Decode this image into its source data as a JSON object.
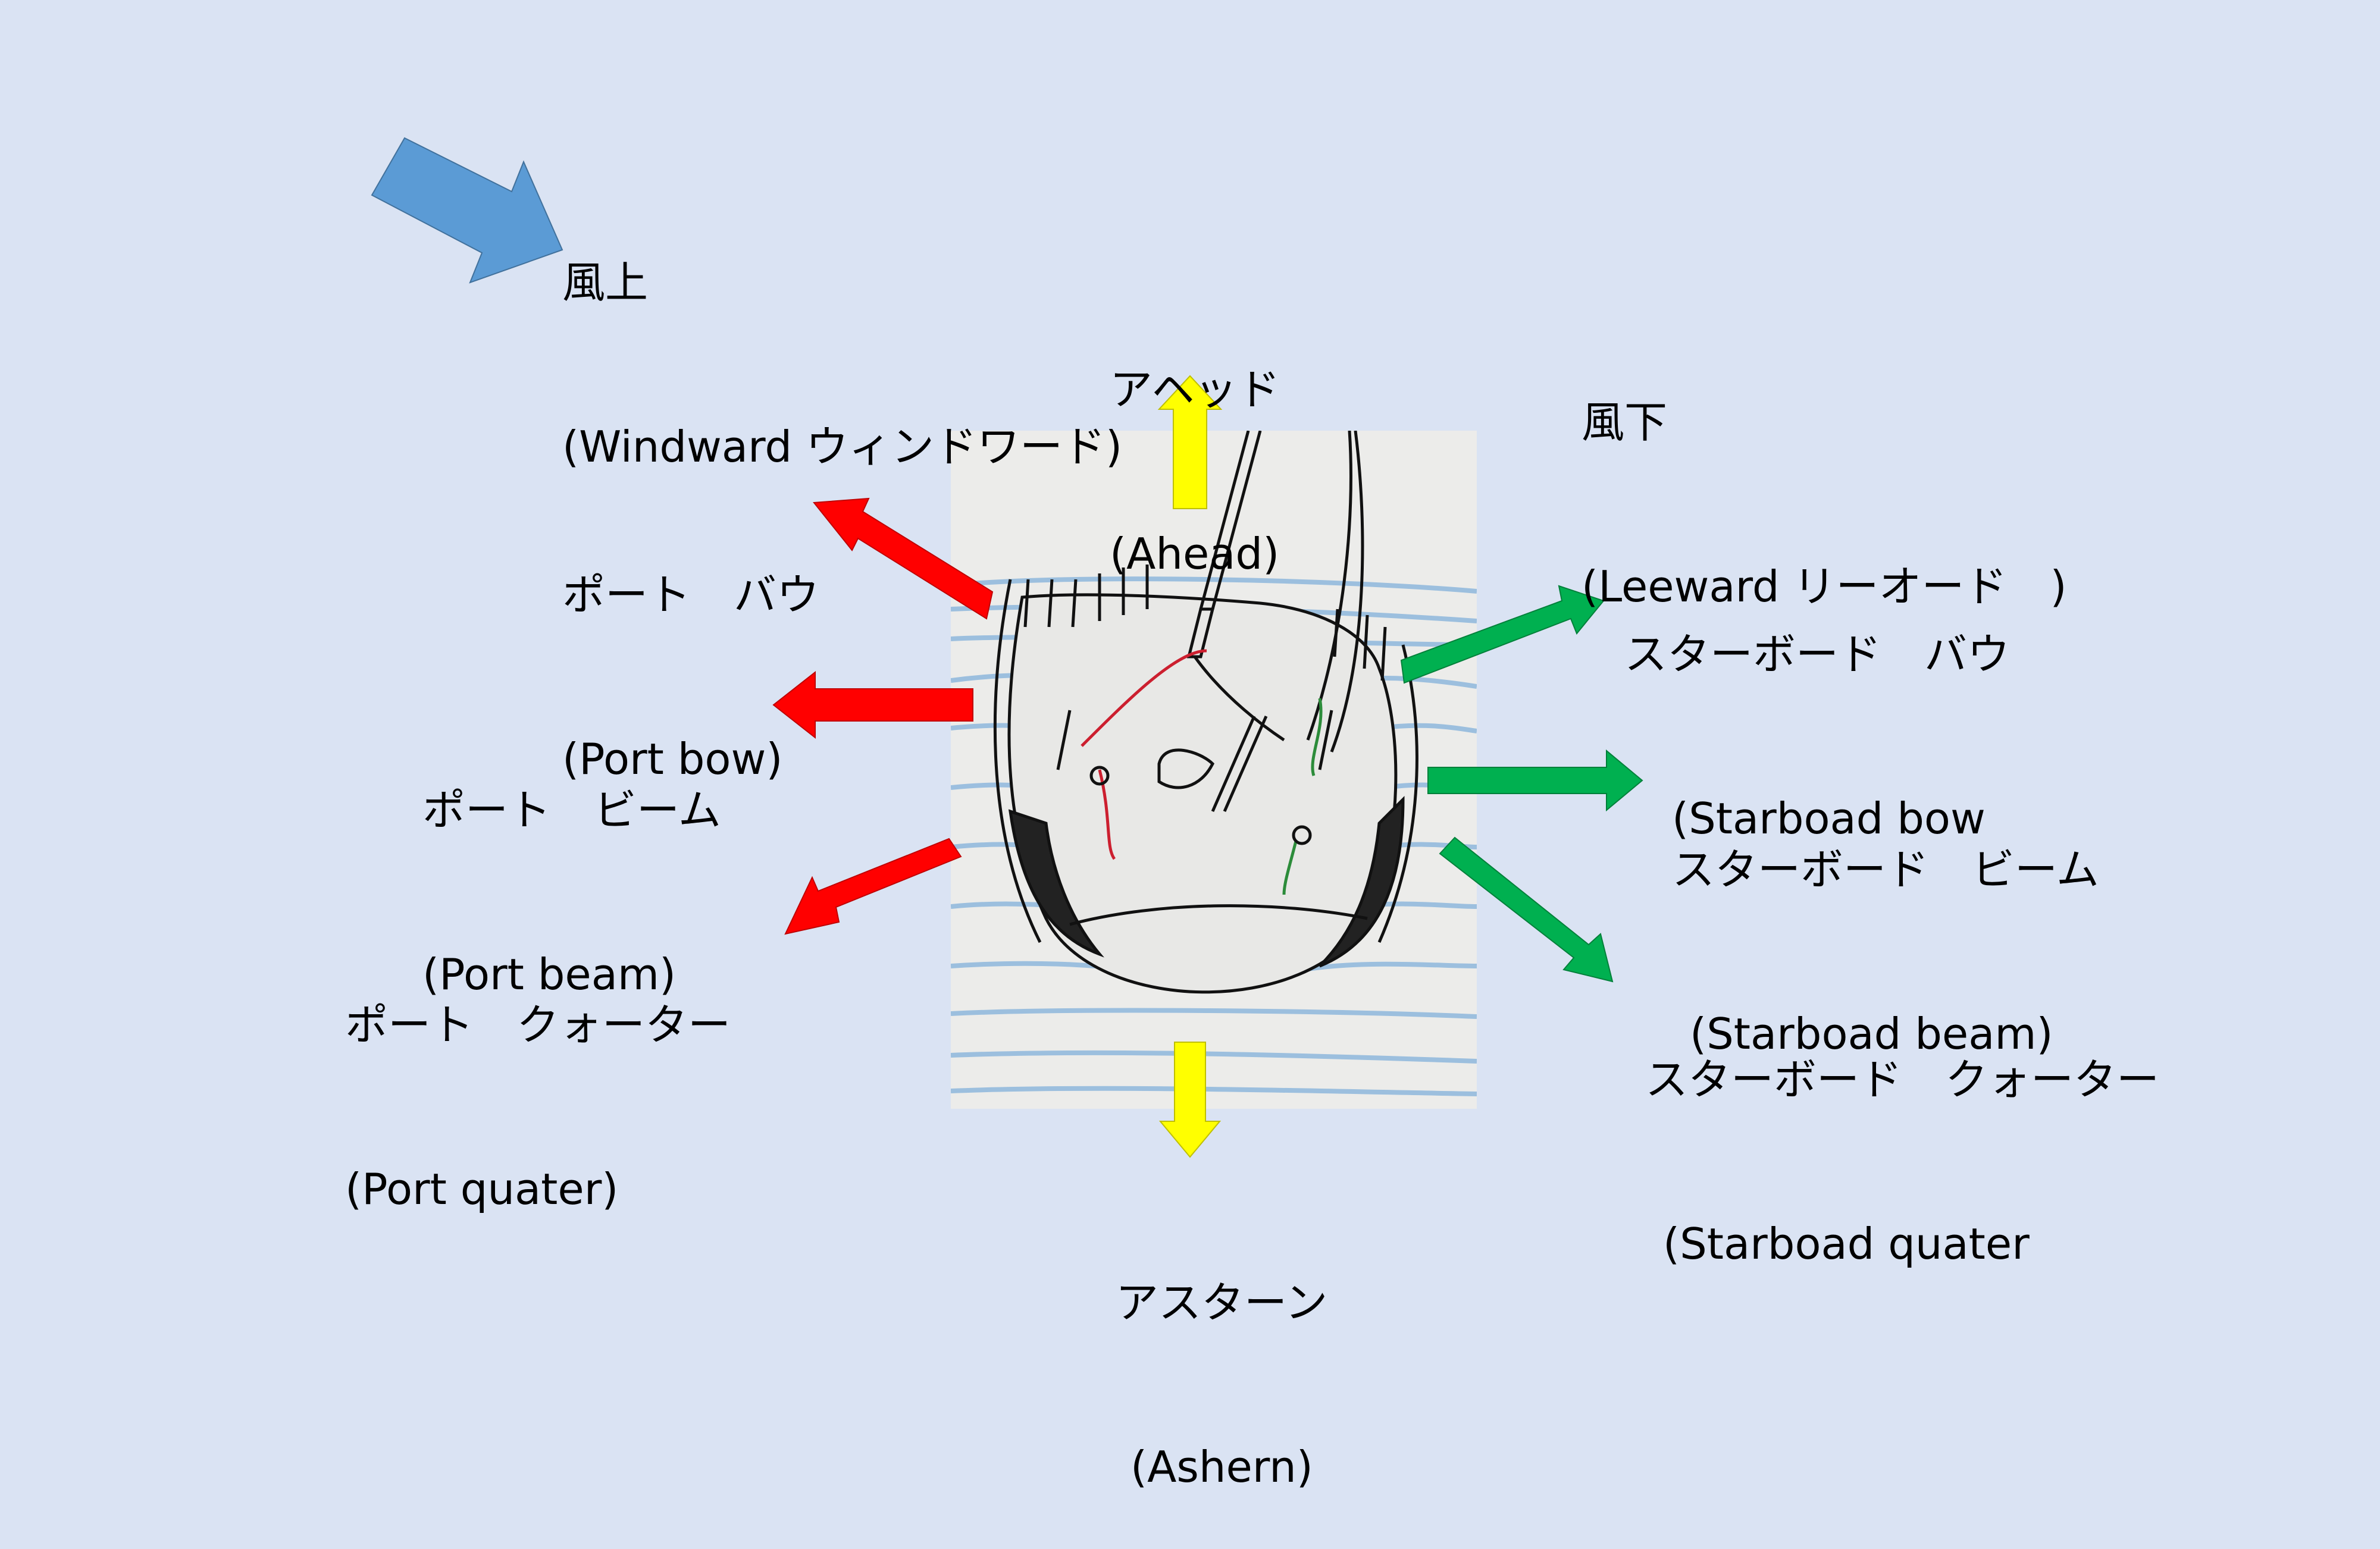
{
  "labels": {
    "windward": {
      "line1": "風上",
      "line2": "(Windward ウィンドワード)"
    },
    "ahead": {
      "line1": "アヘッド",
      "line2": "(Ahead)"
    },
    "leeward": {
      "line1": "風下",
      "line2": "(Leeward リーオード　)"
    },
    "port_bow": {
      "line1": "ポート　バウ",
      "line2": "(Port bow)"
    },
    "port_beam": {
      "line1": "ポート　ビーム",
      "line2": "(Port beam)"
    },
    "port_quarter": {
      "line1": "ポート　クォーター",
      "line2": "(Port quater)"
    },
    "starboard_bow": {
      "line1": "スターボード　バウ",
      "line2": "(Starboad bow"
    },
    "starboard_beam": {
      "line1": "スターボード　ビーム",
      "line2": "(Starboad beam)"
    },
    "starboard_quarter": {
      "line1": "スターボード　クォーター",
      "line2": "(Starboad quater"
    },
    "astern": {
      "line1": "アスターン",
      "line2": "(Ashern)"
    }
  },
  "colors": {
    "background": "#dae3f3",
    "port_arrow": "#ff0000",
    "starboard_arrow": "#00b050",
    "fore_aft_arrow": "#ffff00",
    "wind_arrow": "#5b9bd5",
    "water": "#5b9bd5"
  }
}
